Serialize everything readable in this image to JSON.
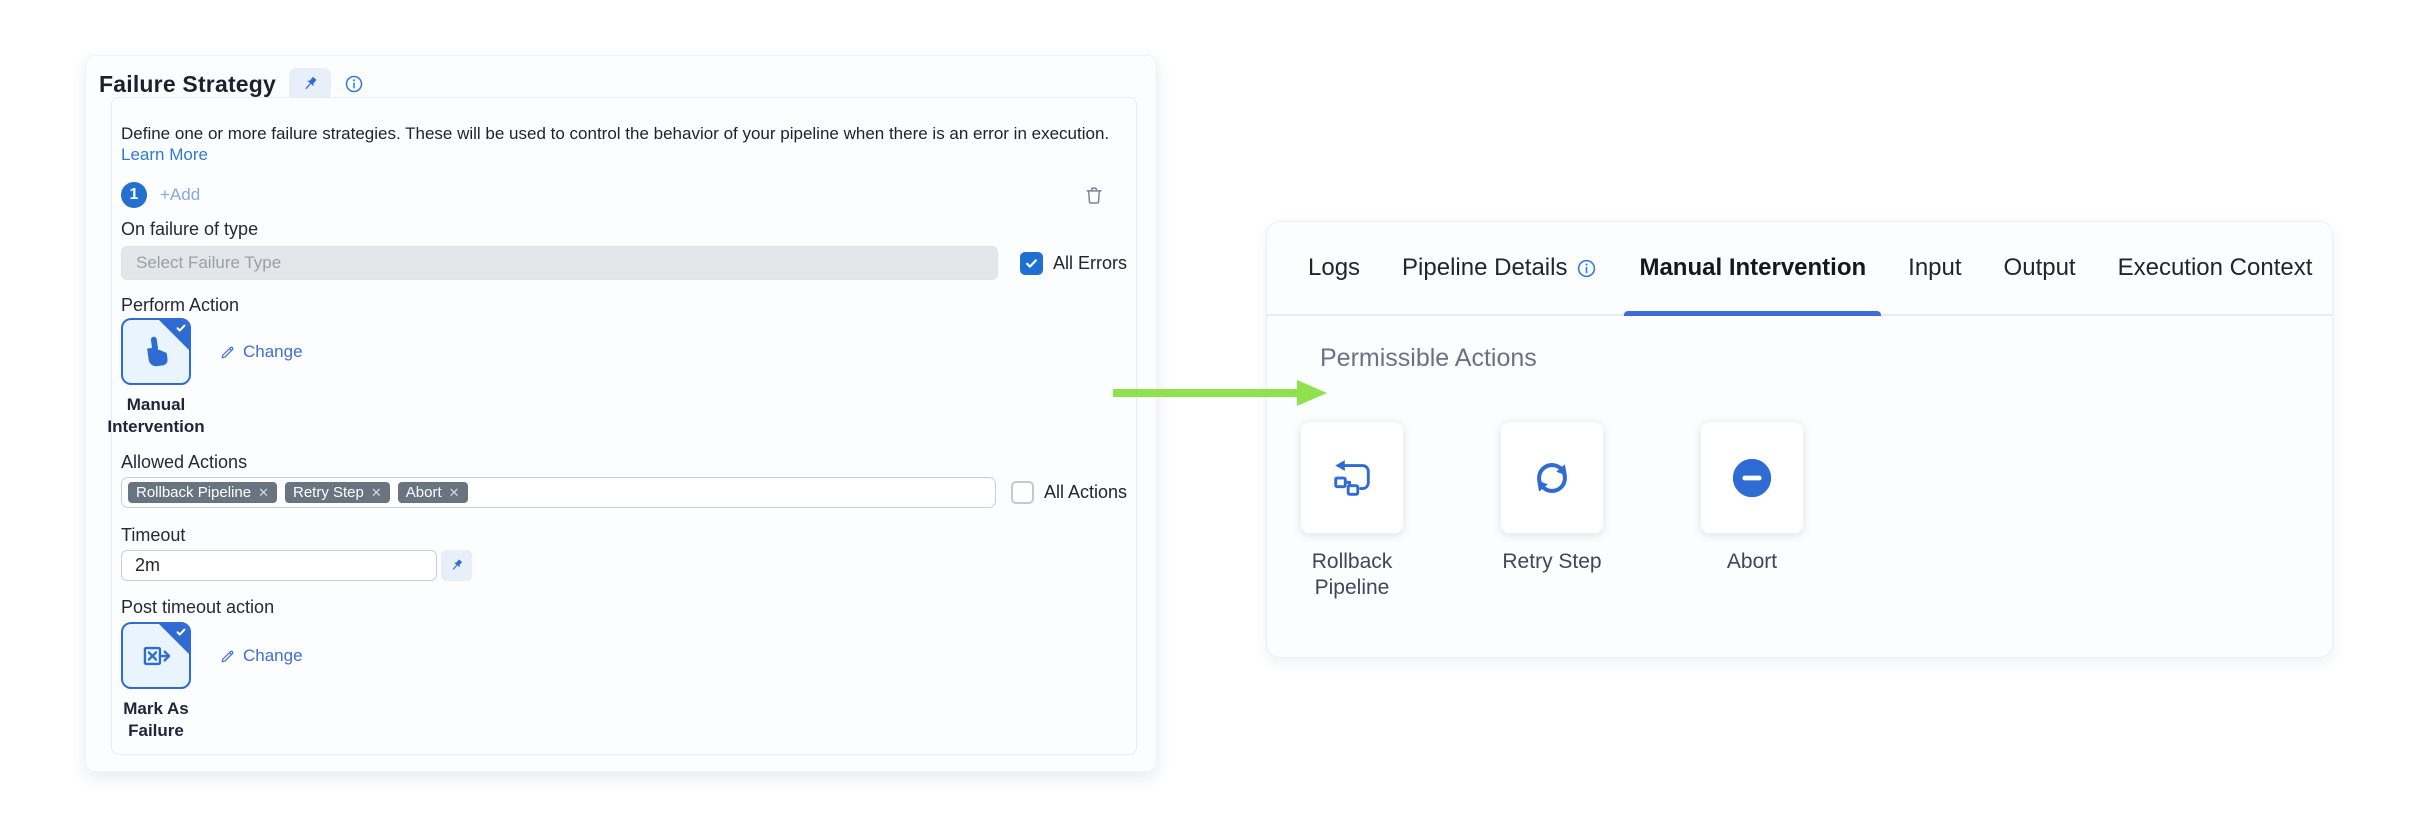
{
  "left_panel": {
    "title": "Failure Strategy",
    "description": "Define one or more failure strategies. These will be used to control the behavior of your pipeline when there is an error in execution.",
    "learn_more_label": "Learn More",
    "strategy_index": "1",
    "add_label": "+Add",
    "on_failure_label": "On failure of type",
    "failure_type_placeholder": "Select Failure Type",
    "all_errors_label": "All Errors",
    "perform_action_label": "Perform Action",
    "perform_action_value": "Manual Intervention",
    "change_label": "Change",
    "allowed_actions_label": "Allowed Actions",
    "allowed_actions_tags": [
      "Rollback Pipeline",
      "Retry Step",
      "Abort"
    ],
    "remove_tag_glyph": "✕",
    "all_actions_label": "All Actions",
    "timeout_label": "Timeout",
    "timeout_value": "2m",
    "post_timeout_label": "Post timeout action",
    "post_timeout_value": "Mark As Failure"
  },
  "right_panel": {
    "tabs": [
      {
        "label": "Logs"
      },
      {
        "label": "Pipeline Details",
        "has_info_icon": true
      },
      {
        "label": "Manual Intervention",
        "active": true
      },
      {
        "label": "Input"
      },
      {
        "label": "Output"
      },
      {
        "label": "Execution Context"
      }
    ],
    "heading": "Permissible Actions",
    "actions": [
      {
        "label": "Rollback Pipeline",
        "icon": "rollback-pipeline-icon"
      },
      {
        "label": "Retry Step",
        "icon": "retry-step-icon"
      },
      {
        "label": "Abort",
        "icon": "abort-icon"
      }
    ]
  },
  "colors": {
    "primary_blue": "#2E6BD2",
    "link_blue": "#3D6EDC",
    "light_blue_tile_bg": "#EAF4FD",
    "tag_bg": "#6A7380",
    "arrow_green": "#8FE24D",
    "tab_underline": "#3E6BD6",
    "checkbox_checked": "#1E70D2"
  }
}
